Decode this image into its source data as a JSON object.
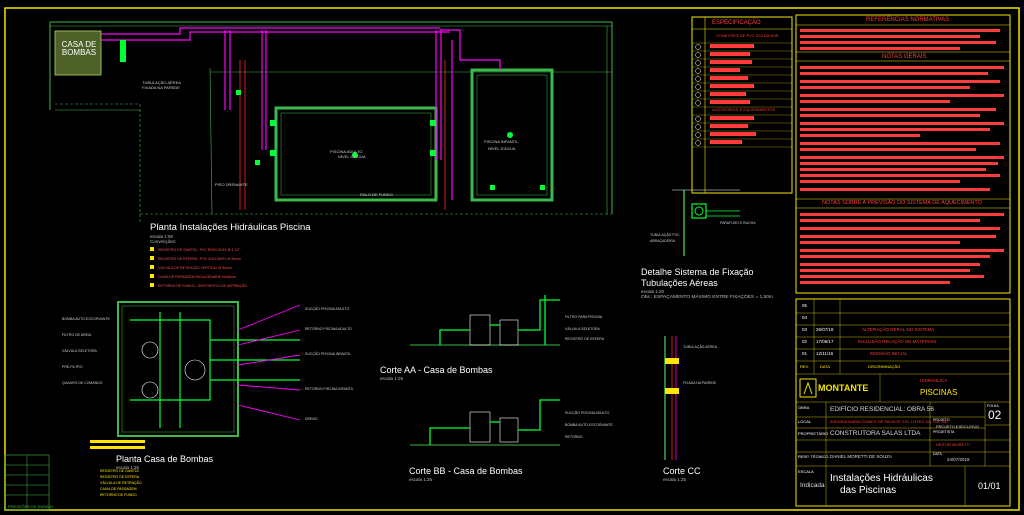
{
  "colors": {
    "background": "#000000",
    "frame": "#f2e600",
    "wall": "#3db84a",
    "water_pipe": "#ff00ff",
    "hot_pipe": "#ff2222",
    "equipment": "#00ff33",
    "text": "#ffffff"
  },
  "house_label": "CASA DE BOMBAS",
  "main_plan": {
    "title": "Planta Instalações Hidráulicas Piscina",
    "scale": "escala 1:50"
  },
  "detail": {
    "title_line1": "Detalhe Sistema de Fixação",
    "title_line2": "Tubulações Aéreas",
    "scale": "escala 1:20",
    "note": "Obs.: ESPAÇAMENTO MÁXIMO ENTRE FIXAÇÕES = 1,50m"
  },
  "plan_pump": {
    "title": "Planta Casa de Bombas",
    "scale": "escala 1:25"
  },
  "corte_aa": {
    "title": "Corte AA - Casa de Bombas",
    "scale": "escala 1:25"
  },
  "corte_bb": {
    "title": "Corte BB - Casa de Bombas",
    "scale": "escala 1:25"
  },
  "corte_cc": {
    "title": "Corte CC",
    "scale": "escala 1:25"
  },
  "spec": {
    "header": "ESPECIFICAÇÃO",
    "subheader": "CONEXÕES DE PVC SOLDÁVEIS",
    "accessories_header": "ACESSÓRIOS E EQUIPAMENTOS"
  },
  "notes": {
    "ref_header": "REFERÊNCIAS NORMATIVAS",
    "general_header": "NOTAS GERAIS",
    "heating_header": "NOTAS SOBRE A PREVISÃO DO SISTEMA DE AQUECIMENTO"
  },
  "revisions": [
    {
      "num": "05",
      "date": "",
      "desc": ""
    },
    {
      "num": "04",
      "date": "",
      "desc": ""
    },
    {
      "num": "03",
      "date": "26/07/18",
      "desc": "ALTERAÇÃO GERAL NO SISTEMA"
    },
    {
      "num": "02",
      "date": "17/06/17",
      "desc": "INCLUSÃO RELAÇÃO DE MATERIAIS"
    },
    {
      "num": "01",
      "date": "12/11/16",
      "desc": "EMISSÃO INICIAL"
    },
    {
      "num": "REV.",
      "date": "DATA",
      "desc": "DISCRIMINAÇÃO"
    }
  ],
  "title_block": {
    "logo": "MONTANTE",
    "subject": "HIDRÁULICA",
    "subject_main": "PISCINAS",
    "obra_label": "OBRA",
    "obra": "EDIFÍCIO RESIDENCIAL: OBRA 56",
    "local_label": "LOCAL",
    "local": "AVENIDA MARIA GOMES DE PAIVA Nº 215, LOTES 1/A, 2/A, 3/A",
    "prop_label": "PROPRIETÁRIO",
    "prop": "CONSTRUTORA SALAS LTDA",
    "resp_label": "RESP. TÉCNICO",
    "resp": "DANIEL MORETTI DE SOUZA",
    "sheet_label": "FOLHA",
    "sheet_num": "02",
    "project_label": "PROJETO",
    "project": "PROJETO EXECUTIVO",
    "projetista_label": "PROJETISTA",
    "projetista": "HEITOR MORETTI",
    "data_label": "DATA",
    "data": "24/07/2018",
    "escala_label": "ESCALA",
    "escala": "Indicada",
    "title_line1": "Instalações Hidráulicas",
    "title_line2": "das Piscinas",
    "folha": "01/01"
  },
  "legend": {
    "title": "Convenções:",
    "items": [
      "REGISTRO DE GAVETA",
      "REGISTRO DE ESFERA",
      "VÁLVULA DE RETENÇÃO",
      "CAIXA DE PASSAGEM",
      "RETORNO DE FUNDO"
    ]
  },
  "pool1_label": "PISCINA ADULTO",
  "pool2_label": "PISCINA INFANTIL",
  "bottom_note": "PRESSÕES DE ENSAIO"
}
